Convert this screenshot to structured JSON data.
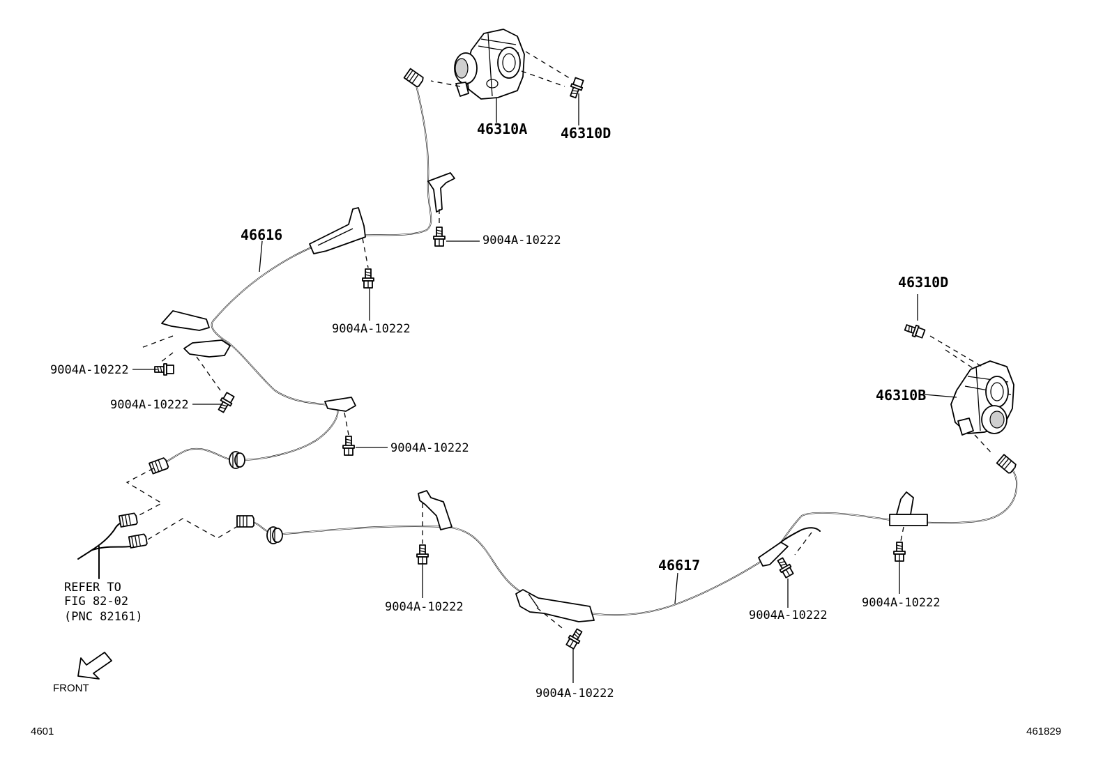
{
  "labels": {
    "actuator_a": "46310A",
    "bolt_top": "46310D",
    "bolt_right": "46310D",
    "actuator_b": "46310B",
    "cable_left": "46616",
    "cable_right": "46617",
    "bolt_1": "9004A-10222",
    "bolt_2": "9004A-10222",
    "bolt_3": "9004A-10222",
    "bolt_4": "9004A-10222",
    "bolt_5": "9004A-10222",
    "bolt_6": "9004A-10222",
    "bolt_7": "9004A-10222",
    "bolt_8": "9004A-10222",
    "bolt_9": "9004A-10222"
  },
  "refer_note": {
    "line1": "REFER TO",
    "line2": "FIG 82-02",
    "line3": "(PNC 82161)"
  },
  "front_label": "FRONT",
  "page_code": "4601",
  "figure_id": "461829",
  "icons": {
    "direction": "front-arrow-icon",
    "actuator": "motor-actuator-icon",
    "bolt": "flange-bolt-icon",
    "connector": "plug-connector-icon"
  }
}
